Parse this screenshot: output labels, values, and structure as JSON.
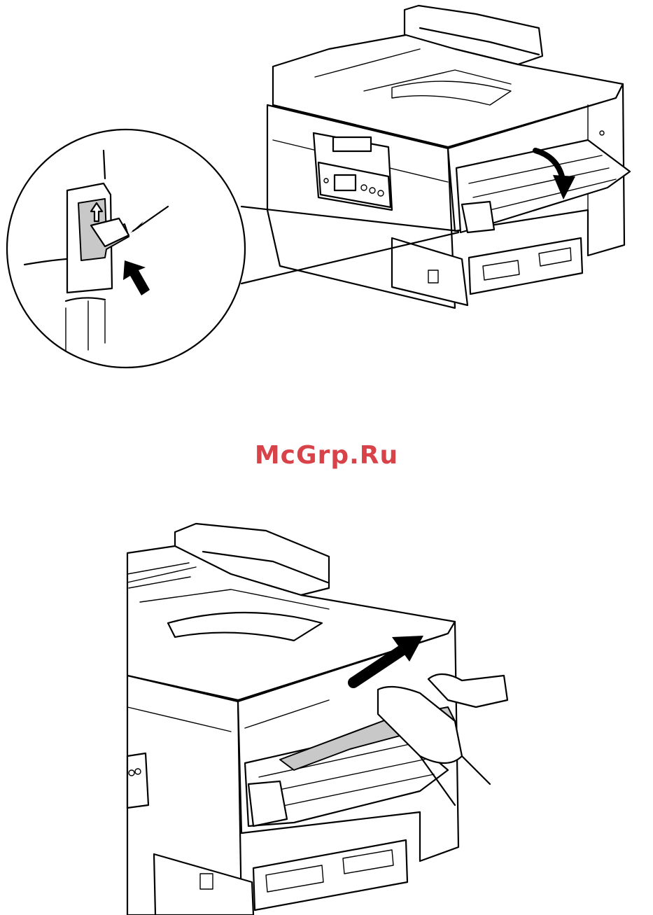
{
  "figures": [
    {
      "id": "fig-top",
      "icon": "printer-side-cover-release-illustration",
      "accent": "#000000"
    },
    {
      "id": "fig-bottom",
      "icon": "printer-paper-jam-removal-illustration",
      "accent": "#000000"
    }
  ],
  "watermark": {
    "text": "McGrp.Ru",
    "color": "#d8434a"
  },
  "colors": {
    "background": "#ffffff",
    "line": "#000000",
    "shade": "#c8c8c8"
  }
}
